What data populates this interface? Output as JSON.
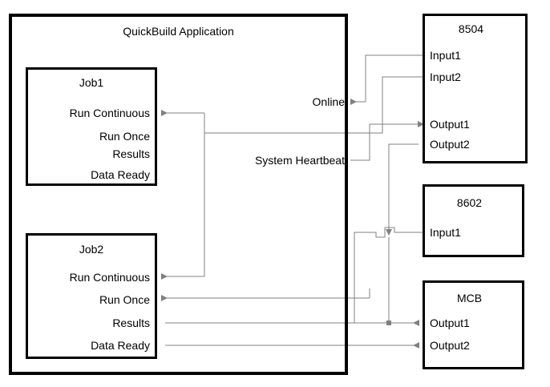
{
  "diagram": {
    "title": "QuickBuild Application",
    "background_color": "#ffffff",
    "line_color": "#808080",
    "border_color": "#000000",
    "text_color": "#000000"
  },
  "application": {
    "name": "QuickBuild Application",
    "jobs": [
      {
        "name": "Job1",
        "ports": [
          "Run Continuous",
          "Run Once",
          "Results",
          "Data Ready"
        ]
      },
      {
        "name": "Job2",
        "ports": [
          "Run Continuous",
          "Run Once",
          "Results",
          "Data Ready"
        ]
      }
    ],
    "signals": [
      {
        "name": "Online"
      },
      {
        "name": "System Heartbeat"
      }
    ]
  },
  "devices": [
    {
      "name": "8504",
      "ports": [
        "Input1",
        "Input2",
        "Output1",
        "Output2"
      ]
    },
    {
      "name": "8602",
      "ports": [
        "Input1"
      ]
    },
    {
      "name": "MCB",
      "ports": [
        "Output1",
        "Output2"
      ]
    }
  ],
  "labels": {
    "app_title": "QuickBuild Application",
    "job1_title": "Job1",
    "job1_run_continuous": "Run Continuous",
    "job1_run_once": "Run Once",
    "job1_results": "Results",
    "job1_data_ready": "Data Ready",
    "job2_title": "Job2",
    "job2_run_continuous": "Run Continuous",
    "job2_run_once": "Run Once",
    "job2_results": "Results",
    "job2_data_ready": "Data Ready",
    "online": "Online",
    "system_heartbeat": "System Heartbeat",
    "dev8504_title": "8504",
    "dev8504_input1": "Input1",
    "dev8504_input2": "Input2",
    "dev8504_output1": "Output1",
    "dev8504_output2": "Output2",
    "dev8602_title": "8602",
    "dev8602_input1": "Input1",
    "mcb_title": "MCB",
    "mcb_output1": "Output1",
    "mcb_output2": "Output2"
  }
}
